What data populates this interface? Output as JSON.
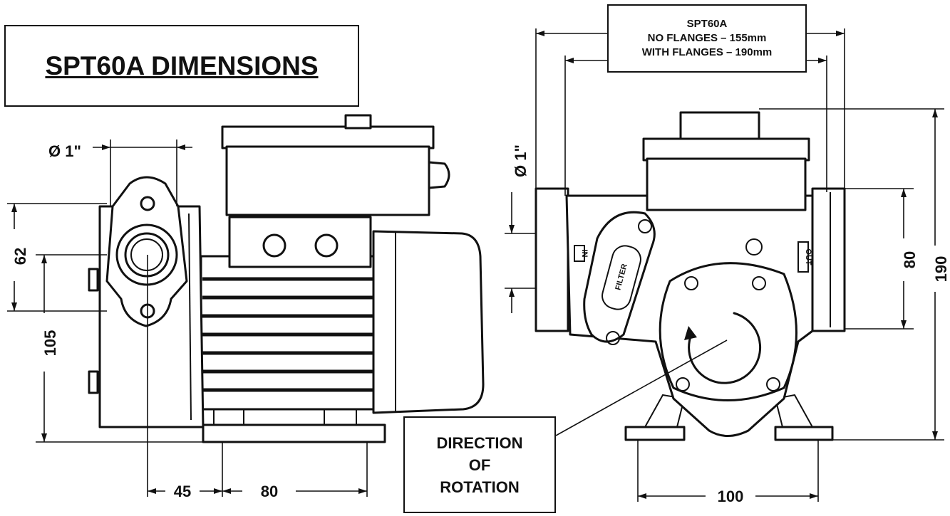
{
  "title": "SPT60A DIMENSIONS",
  "spec_box": {
    "model": "SPT60A",
    "no_flanges": "NO FLANGES – 155mm",
    "with_flanges": "WITH FLANGES – 190mm"
  },
  "rotation_box": {
    "line1": "DIRECTION",
    "line2": "OF",
    "line3": "ROTATION"
  },
  "side_view": {
    "diameter_label": "Ø 1\"",
    "height_upper": "62",
    "height_lower": "105",
    "width_left": "45",
    "width_right": "80"
  },
  "front_view": {
    "diameter_label": "Ø 1\"",
    "height_inner": "80",
    "height_total": "190",
    "base_width": "100",
    "in_label": "IN",
    "out_label": "OUT",
    "filter_label": "FILTER"
  }
}
